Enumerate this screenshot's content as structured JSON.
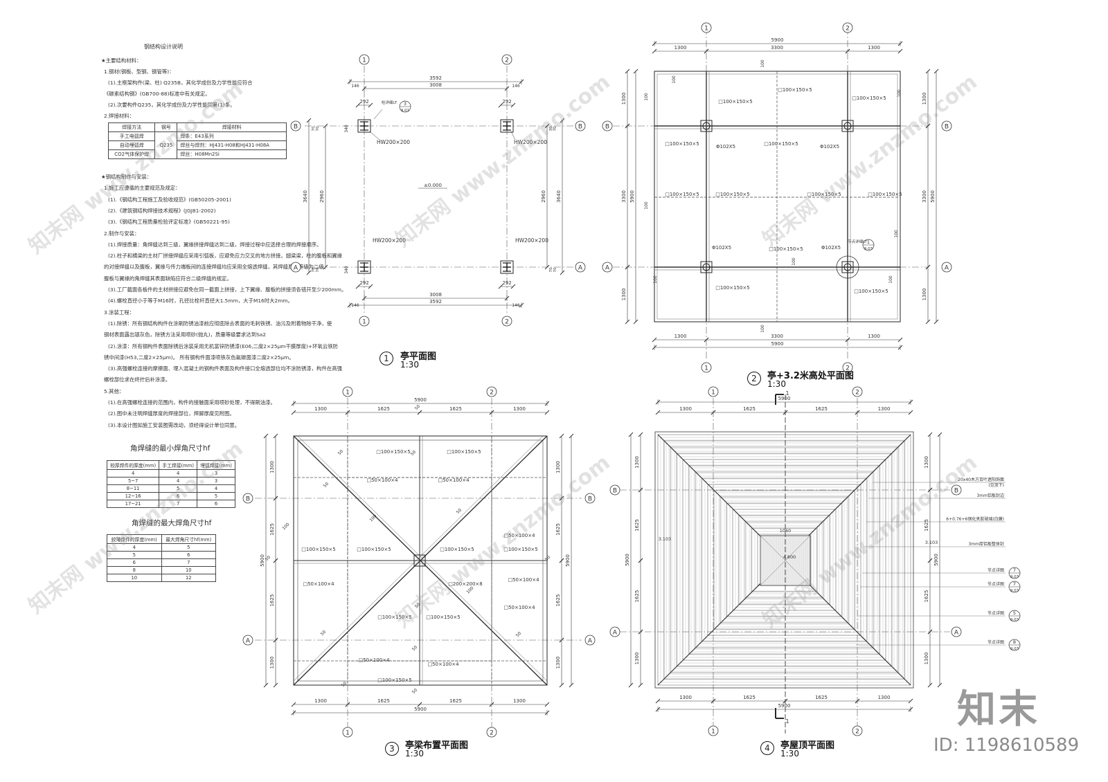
{
  "notes": {
    "heading": "钢结构设计说明",
    "lines": [
      "★主要结构材料：",
      "1.钢材(钢板、型钢、钢管等)：",
      "(1).主框架构件(梁、柱) Q235B，其化学成份及力学性能应符合",
      "《碳素结构钢》(GB700-88)标准中有关规定。",
      "(2).次要构件Q235，其化学成份及力学性能同第(1)条。",
      "2.焊接材料："
    ],
    "lines2": [
      "★钢结构制作与安装：",
      "1.施工应遵循的主要规范及规定：",
      "(1).《钢结构工程施工及验收规范》(GB50205-2001)",
      "(2).《建筑钢结构焊接技术规程》(JGJ81-2002)",
      "(3).《钢结构工程质量检验评定标准》(GB50221-95)",
      "2.制作与安装：",
      "(1).焊接质量：角焊缝达到三级，翼缘拼接焊缝达到二级，焊接过程中应选择合理的焊接顺序。",
      "(2).柱子和横梁的主材厂拼接焊缝应采用引弧板，应避免应力交叉的地方拼接。翅梁梁，柱的腹板和翼缘",
      "的对接焊缝以及腹板，翼缘与传力端板间的连接焊缝均应采用全熔透焊缝，其焊缝质量等级为二级。",
      "腹板与翼缘的角焊缝其表面缺陷应符合二级焊缝的规定。",
      "(3).工厂截面各板件的主材拼接应避免在同一截面上拼接，上下翼缘、腹板的拼接须各错开至少200mm。",
      "(4).螺栓直径小于等于M16时，孔径比栓杆直径大1.5mm，大于M16时大2mm。",
      "3.涂装工程：",
      "(1).除锈：所有钢结构构件在涂刷防锈油漆前应彻底除去表面的毛刺铁锈、油污及附着物除干净，使",
      "钢材表面露出银灰色，除锈方法采用喷砂(抛丸)，质量等级要求达到Sa2",
      "(2).涂漆：所有钢构件表面除锈后涂装采用无机富锌防锈漆(E06,二度2×25μm干膜厚度)+环氧云铁防",
      "锈中间漆(H53,二度2×25μm)。 所有钢构件面漆喷铁灰色氟碳面漆二度2×25μm。",
      "(3).高强螺栓连接的摩擦面、埋入混凝土的钢构件表面及构件接口全熔透部位均不涂防锈漆，构件在高强",
      "螺栓部位求在终拧后补涂漆。",
      "5.其他：",
      "(1).在高强螺栓连接的范围内，构件的接触面采用喷砂处理，不得刷油漆。",
      "(2).图中未注明焊缝厚度的焊接部位，焊脚厚度见附图。",
      "(3).本设计图如施工安装图需改动，须经得设计单位同意。"
    ],
    "material_table": {
      "headers": [
        "焊接方法",
        "钢号",
        "焊接材料"
      ],
      "rows": [
        [
          "手工电弧焊",
          "",
          "焊条：E43系列"
        ],
        [
          "自动埋弧焊",
          "Q235",
          "焊丝与焊剂：HJ431-H08和HJ431-H08A"
        ],
        [
          "CO2气体保护焊",
          "",
          "焊丝：H08Mn2Si"
        ]
      ]
    }
  },
  "min_weld_table": {
    "title": "角焊缝的最小焊角尺寸hf",
    "headers": [
      "较厚焊件的厚度(mm)",
      "手工焊接(mm)",
      "埋弧焊接(mm)"
    ],
    "rows": [
      [
        "4",
        "4",
        "3"
      ],
      [
        "5~7",
        "4",
        "3"
      ],
      [
        "8~11",
        "5",
        "4"
      ],
      [
        "12~16",
        "6",
        "5"
      ],
      [
        "17~21",
        "7",
        "6"
      ]
    ]
  },
  "max_weld_table": {
    "title": "角焊缝的最大焊角尺寸hf",
    "headers": [
      "较薄焊件的厚度(mm)",
      "最大焊角尺寸hf(mm)"
    ],
    "rows": [
      [
        "4",
        "5"
      ],
      [
        "5",
        "6"
      ],
      [
        "6",
        "7"
      ],
      [
        "8",
        "10"
      ],
      [
        "10",
        "12"
      ]
    ]
  },
  "drawings": [
    {
      "num": "1",
      "title": "亭平面图",
      "scale": "1:30"
    },
    {
      "num": "2",
      "title": "亭+3.2米高处平面图",
      "scale": "1:30"
    },
    {
      "num": "3",
      "title": "亭梁布置平面图",
      "scale": "1:30"
    },
    {
      "num": "4",
      "title": "亭屋顶平面图",
      "scale": "1:30"
    }
  ],
  "axes": {
    "num1": "1",
    "num2": "2",
    "letA": "A",
    "letB": "B"
  },
  "plan1": {
    "dim_total": "3592",
    "dim_inner": "3008",
    "dim_side": "146",
    "dim_292": "292",
    "dim_340": "340",
    "dim_70": "70",
    "dim_2960": "2960",
    "dim_3640": "3640",
    "col_label": "HW200×200",
    "elev": "±0.000",
    "detail": "柱详细LT",
    "detail_ref": "9.01",
    "detail_no": "3"
  },
  "plan2": {
    "dim_total": "5900",
    "dim_1300": "1300",
    "dim_3300": "3300",
    "dim_100": "100",
    "beam": "□100×150×5",
    "pipe": "Φ102X5",
    "detail": "节点详细LT",
    "detail_ref": "9.03",
    "detail_no": "1"
  },
  "plan3": {
    "dim_total": "5900",
    "dim_1300": "1300",
    "dim_1625": "1625",
    "dim_50": "50",
    "dim_100": "100",
    "beam_a": "□100×150×5",
    "beam_b": "□50×100×4",
    "beam_c": "□200×200×8"
  },
  "plan4": {
    "dim_total": "5900",
    "dim_1300": "1300",
    "dim_1625": "1625",
    "dim_1060": "1060",
    "elev_side": "3.103",
    "elev_top": "4.800",
    "section": "1",
    "leaders": [
      "20x40木方百叶遮阳饰面",
      "(见顶下)",
      "3mm铝板封边",
      "6+0.76+6钢化夹胶玻璃(白膜)",
      "3mm厚铝板整体封",
      "节点详图",
      "节点详图",
      "节点详图",
      "节点详图"
    ],
    "refs": [
      "7",
      "7",
      "5",
      "8"
    ],
    "ref_sheet": "9.03"
  },
  "branding": {
    "logo": "知末",
    "id": "ID: 1198610589",
    "watermark": "知末网 www.znzmo.com"
  }
}
